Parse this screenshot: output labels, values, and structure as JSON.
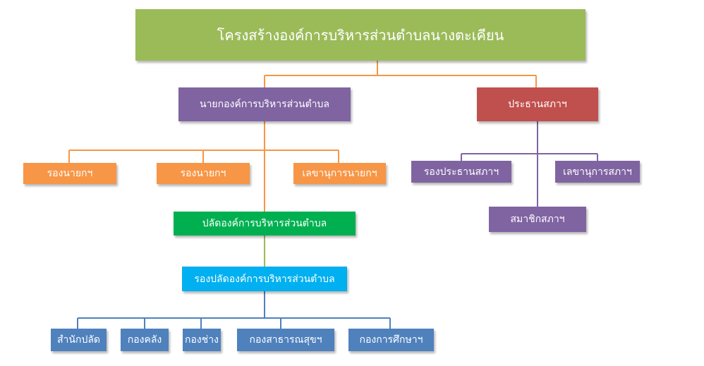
{
  "colors": {
    "green": "#9BBB59",
    "purple": "#8064A2",
    "red": "#C0504D",
    "orange": "#F79646",
    "darkgreen": "#00B050",
    "cyan": "#00B0F0",
    "blue": "#4F81BD",
    "line_orange": "#F79646",
    "line_purple": "#8064A2",
    "line_green": "#9BBB59",
    "line_blue": "#4F81BD"
  },
  "chart": {
    "title": "โครงสร้างองค์การบริหารส่วนตำบลนางตะเคียน",
    "mayor": "นายกองค์การบริหารส่วนตำบล",
    "council_chair": "ประธานสภาฯ",
    "deputy_mayor_1": "รองนายกฯ",
    "deputy_mayor_2": "รองนายกฯ",
    "mayor_secretary": "เลขานุการนายกฯ",
    "council_vice_chair": "รองประธานสภาฯ",
    "council_secretary": "เลขานุการสภาฯ",
    "council_member": "สมาชิกสภาฯ",
    "chief_administrator": "ปลัดองค์การบริหารส่วนตำบล",
    "deputy_chief_administrator": "รองปลัดองค์การบริหารส่วนตำบล",
    "departments": [
      "สำนักปลัด",
      "กองคลัง",
      "กองช่าง",
      "กองสาธารณสุขฯ",
      "กองการศึกษาฯ"
    ]
  }
}
